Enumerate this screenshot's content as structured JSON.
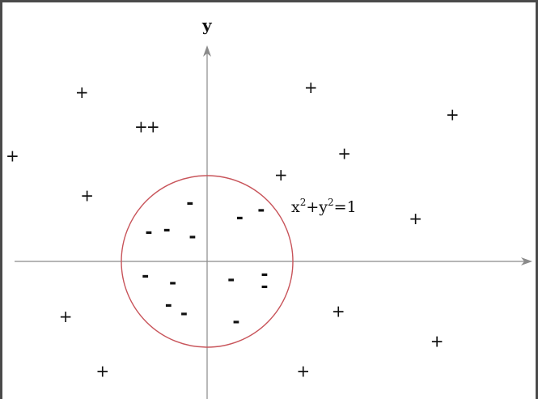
{
  "diagram": {
    "y_axis_label": "y",
    "circle_label": {
      "base": "x",
      "exp1": "2",
      "mid": "+y",
      "exp2": "2",
      "rhs": "=1"
    },
    "positive_symbol": "+",
    "negative_symbol": "-",
    "colors": {
      "circle": "#c8545a",
      "axes": "#8a8a8a",
      "border": "#4a4a4a",
      "marks": "#111111"
    }
  },
  "chart_data": {
    "type": "scatter",
    "shape": {
      "type": "circle",
      "equation": "x²+y²=1",
      "cx": 0,
      "cy": 0,
      "r": 1
    },
    "xlim": [
      -2.27,
      3.62
    ],
    "ylim": [
      -1.32,
      2.72
    ],
    "series": [
      {
        "symbol": "+",
        "points": [
          [
            -2.27,
            1.23
          ],
          [
            -1.46,
            1.97
          ],
          [
            -0.77,
            1.57
          ],
          [
            -0.63,
            1.57
          ],
          [
            -1.4,
            0.77
          ],
          [
            -1.65,
            -0.64
          ],
          [
            -1.22,
            -1.28
          ],
          [
            0.86,
            1.01
          ],
          [
            1.21,
            2.03
          ],
          [
            1.6,
            1.26
          ],
          [
            2.43,
            0.5
          ],
          [
            2.86,
            1.71
          ],
          [
            1.53,
            -0.58
          ],
          [
            2.68,
            -0.93
          ],
          [
            1.12,
            -1.28
          ]
        ]
      },
      {
        "symbol": "-",
        "points": [
          [
            -0.2,
            0.67
          ],
          [
            -0.68,
            0.33
          ],
          [
            -0.47,
            0.36
          ],
          [
            -0.17,
            0.28
          ],
          [
            0.38,
            0.5
          ],
          [
            0.63,
            0.59
          ],
          [
            -0.72,
            -0.18
          ],
          [
            -0.4,
            -0.26
          ],
          [
            -0.45,
            -0.52
          ],
          [
            -0.27,
            -0.62
          ],
          [
            0.28,
            -0.22
          ],
          [
            0.67,
            -0.16
          ],
          [
            0.67,
            -0.3
          ],
          [
            0.34,
            -0.71
          ]
        ]
      }
    ]
  }
}
